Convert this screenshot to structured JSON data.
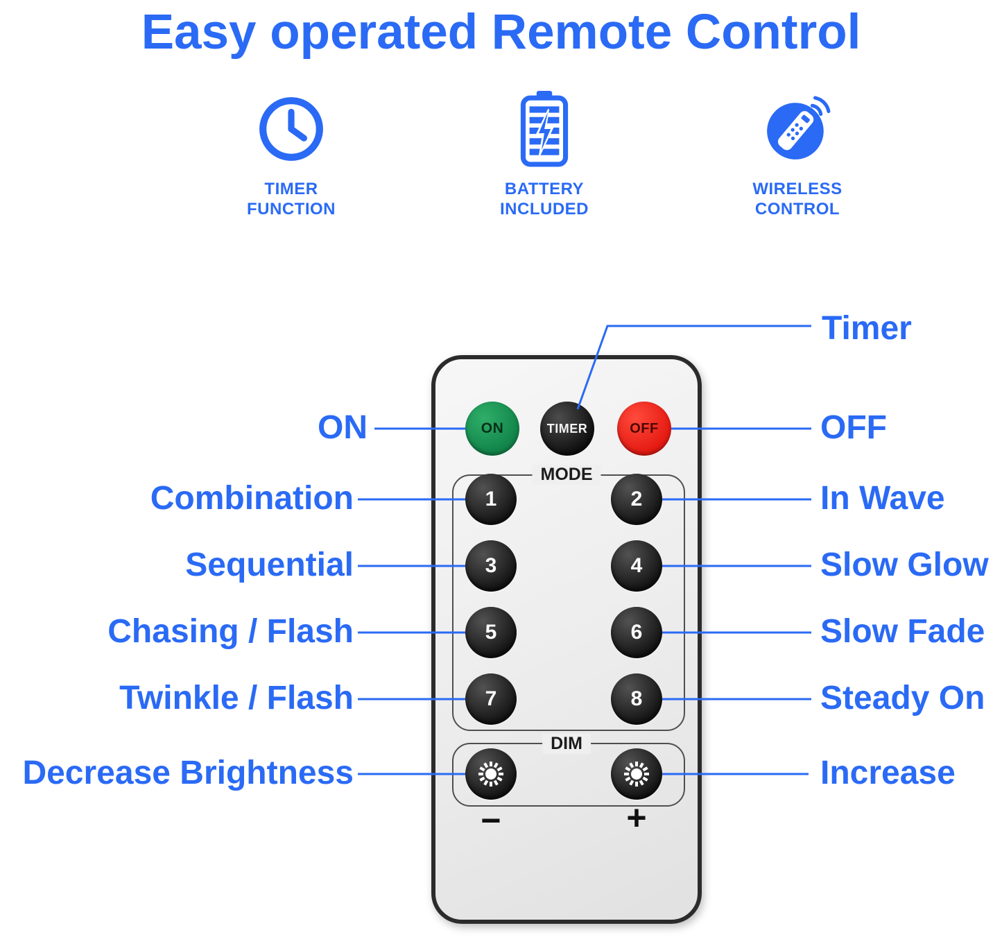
{
  "theme": {
    "accent": "#2a6af5",
    "on_green": "#12854a",
    "off_red": "#e51b12",
    "button_black": "#1d1d1d"
  },
  "title": "Easy operated Remote Control",
  "features": [
    {
      "icon": "clock-icon",
      "line1": "TIMER",
      "line2": "FUNCTION"
    },
    {
      "icon": "battery-icon",
      "line1": "BATTERY",
      "line2": "INCLUDED"
    },
    {
      "icon": "wireless-remote-icon",
      "line1": "WIRELESS",
      "line2": "CONTROL"
    }
  ],
  "remote": {
    "on": "ON",
    "timer": "TIMER",
    "off": "OFF",
    "mode_label": "MODE",
    "modes": [
      "1",
      "2",
      "3",
      "4",
      "5",
      "6",
      "7",
      "8"
    ],
    "dim_label": "DIM",
    "minus": "−",
    "plus": "+"
  },
  "callouts": {
    "timer": "Timer",
    "on": "ON",
    "off": "OFF",
    "mode1": "Combination",
    "mode2": "In Wave",
    "mode3": "Sequential",
    "mode4": "Slow Glow",
    "mode5": "Chasing / Flash",
    "mode6": "Slow Fade",
    "mode7": "Twinkle / Flash",
    "mode8": "Steady On",
    "dim_minus": "Decrease Brightness",
    "dim_plus": "Increase"
  }
}
